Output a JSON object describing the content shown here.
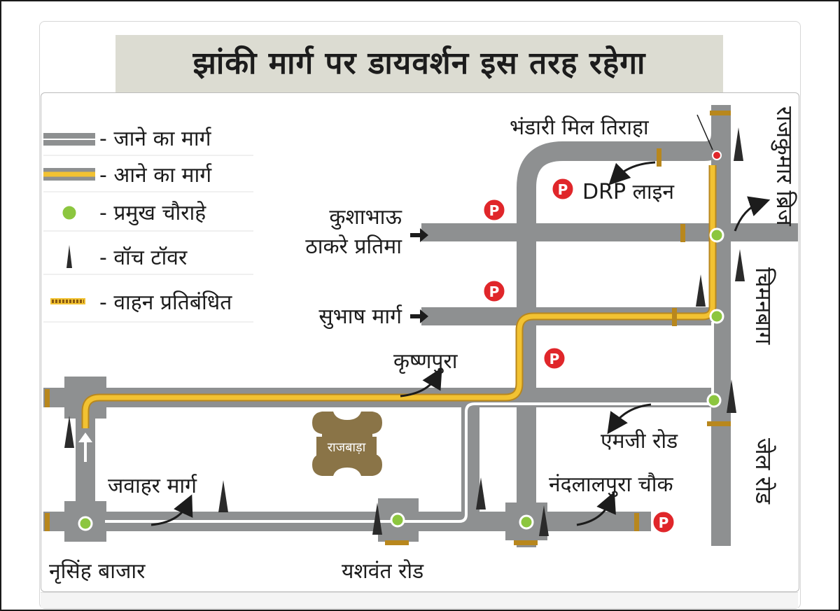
{
  "title": "झांकी मार्ग पर डायवर्शन इस तरह रहेगा",
  "legend": {
    "outgoing": "- जाने का मार्ग",
    "incoming": "- आने का मार्ग",
    "junction": "- प्रमुख चौराहे",
    "watch_tower": "- वॉच टॉवर",
    "restricted": "- वाहन प्रतिबंधित"
  },
  "places": {
    "bhandari": "भंडारी मिल तिराहा",
    "drp": "DRP लाइन",
    "rajkumar": "राजकुमार ब्रिज",
    "kushabhau_1": "कुशाभाऊ",
    "kushabhau_2": "ठाकरे प्रतिमा",
    "subhash": "सुभाष मार्ग",
    "chimanbagh": "चिमनबाग",
    "krishnapura": "कृष्णपुरा",
    "rajwada": "राजबाड़ा",
    "mg_road": "एमजी रोड",
    "jail_road": "जेल रोड",
    "jawahar": "जवाहर मार्ग",
    "nandlalpura": "नंदलालपुरा चौक",
    "narsingh": "नृसिंह बाजार",
    "yashwant": "यशवंत रोड"
  },
  "parking_label": "P",
  "colors": {
    "road": "#8e9091",
    "yellow_route": "#f2c232",
    "yellow_edge": "#b8871d",
    "white_route": "#ffffff",
    "junction": "#8cc63f",
    "parking": "#e0262a",
    "palace": "#8a7447",
    "title_bg": "#dcdcd2",
    "text": "#1c1c1c"
  }
}
